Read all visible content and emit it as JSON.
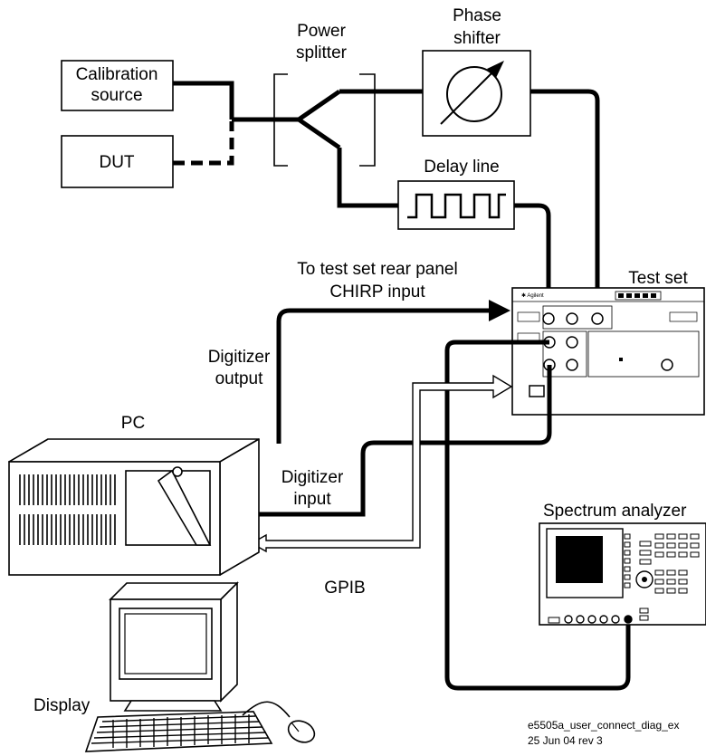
{
  "labels": {
    "calibration_source": [
      "Calibration",
      "source"
    ],
    "dut": "DUT",
    "power_splitter": [
      "Power",
      "splitter"
    ],
    "phase_shifter": [
      "Phase",
      "shifter"
    ],
    "delay_line": "Delay line",
    "test_set": "Test set",
    "chirp": [
      "To test set rear panel",
      "CHIRP input"
    ],
    "digitizer_output": [
      "Digitizer",
      "output"
    ],
    "pc": "PC",
    "digitizer_input": [
      "Digitizer",
      "input"
    ],
    "gpib": "GPIB",
    "spectrum_analyzer": "Spectrum analyzer",
    "display": "Display"
  },
  "footer": {
    "line1": "e5505a_user_connect_diag_ex",
    "line2": "25 Jun 04  rev 3"
  }
}
